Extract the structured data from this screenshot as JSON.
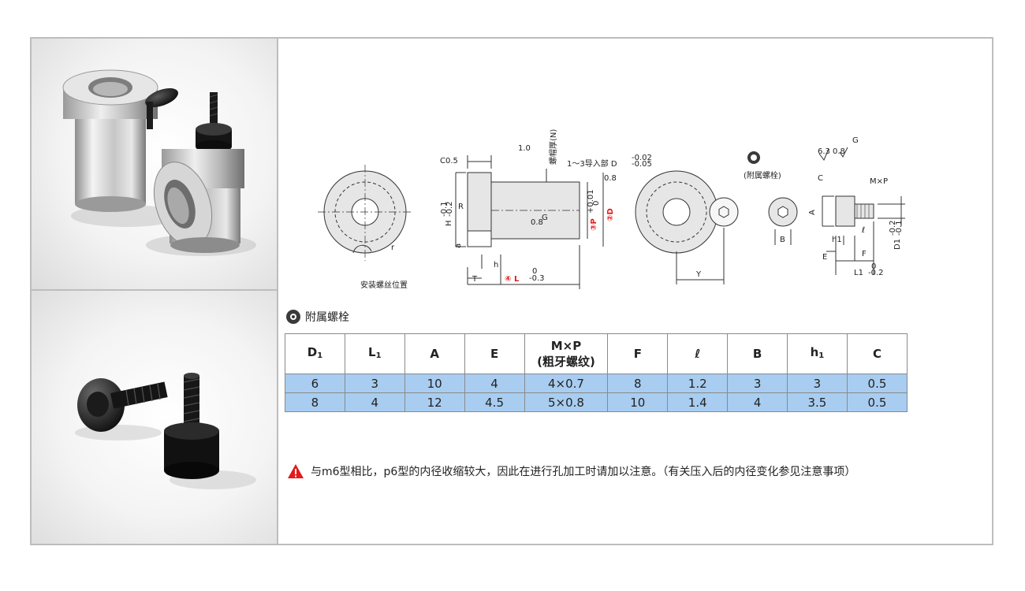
{
  "drawing": {
    "left_view_caption": "安装螺丝位置",
    "label_r": "r",
    "label_c05": "C0.5",
    "label_10": "1.0",
    "label_thickness": "螺帽厚(N)",
    "label_lead": "1～3导入部 D",
    "label_lead_tol_top": "-0.02",
    "label_lead_tol_bot": "-0.05",
    "label_R": "R",
    "label_H": "H",
    "label_H_tol_top": "-0.1",
    "label_H_tol_bot": "-0.2",
    "label_a": "a",
    "label_h": "h",
    "label_T": "T",
    "label_L": "④ L",
    "label_L_tol_top": "0",
    "label_L_tol_bot": "-0.3",
    "label_P": "③P",
    "label_P_tol_top": "+0.01",
    "label_P_tol_bot": "0",
    "label_D": "②D",
    "label_08a": "0.8",
    "label_08b": "0.8",
    "label_G": "G",
    "label_Y": "Y",
    "bolt_heading": "(附属螺栓)",
    "label_C": "C",
    "label_MxP": "M×P",
    "label_A": "A",
    "label_B": "B",
    "label_h1": "h1",
    "label_ell": "ℓ",
    "label_E": "E",
    "label_F": "F",
    "label_L1": "L1",
    "label_L1_tol_top": "0",
    "label_L1_tol_bot": "-0.2",
    "label_D1": "D1",
    "label_D1_tol_top": "-0.2",
    "label_D1_tol_bot": "-0.1",
    "rough_63": "6.3",
    "rough_08": "0.8",
    "rough_G": "G"
  },
  "section": {
    "title": "附属螺栓"
  },
  "table": {
    "headers": [
      {
        "main": "D",
        "sub": "1"
      },
      {
        "main": "L",
        "sub": "1"
      },
      {
        "main": "A",
        "sub": ""
      },
      {
        "main": "E",
        "sub": ""
      },
      {
        "main": "M×P",
        "line2": "(粗牙螺纹)"
      },
      {
        "main": "F",
        "sub": ""
      },
      {
        "main": "ℓ",
        "sub": ""
      },
      {
        "main": "B",
        "sub": ""
      },
      {
        "main": "h",
        "sub": "1"
      },
      {
        "main": "C",
        "sub": ""
      }
    ],
    "rows": [
      [
        "6",
        "3",
        "10",
        "4",
        "4×0.7",
        "8",
        "1.2",
        "3",
        "3",
        "0.5"
      ],
      [
        "8",
        "4",
        "12",
        "4.5",
        "5×0.8",
        "10",
        "1.4",
        "4",
        "3.5",
        "0.5"
      ]
    ]
  },
  "note": {
    "text": "与m6型相比，p6型的内径收缩较大，因此在进行孔加工时请加以注意。（有关压入后的内径变化参见注意事项）"
  },
  "colors": {
    "table_row": "#a8cdf0",
    "border": "#bdbdbd",
    "warning": "#e21b1b"
  }
}
